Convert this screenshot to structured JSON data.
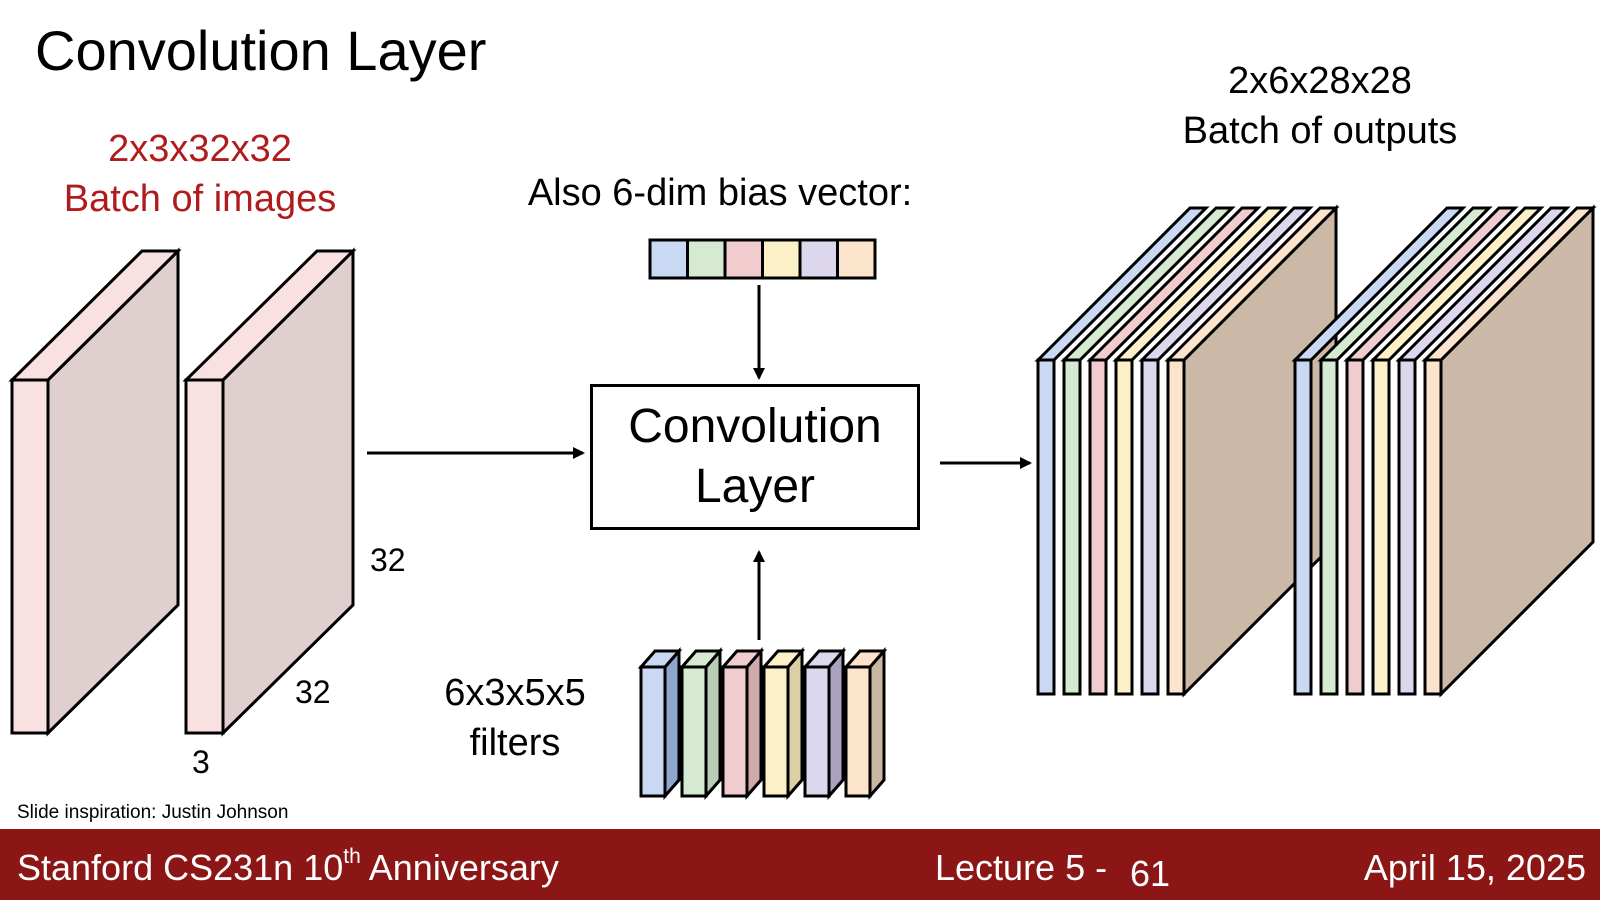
{
  "title": "Convolution Layer",
  "inputs": {
    "dims_label": "2x3x32x32",
    "caption": "Batch of images",
    "height_label": "32",
    "width_label": "32",
    "channels_label": "3",
    "caption_color": "#b01c1c"
  },
  "bias": {
    "caption": "Also 6-dim bias vector:",
    "colors": [
      "#c9d9f3",
      "#d6ead2",
      "#f0cccf",
      "#fbf0c8",
      "#dcd7ec",
      "#fce4cc"
    ]
  },
  "conv_box": {
    "line1": "Convolution",
    "line2": "Layer"
  },
  "filters": {
    "dims_label": "6x3x5x5",
    "caption": "filters",
    "front_colors": [
      "#c9d9f3",
      "#d6ead2",
      "#f0cccf",
      "#fbf0c8",
      "#dcd7ec",
      "#fce4cc"
    ],
    "side_colors": [
      "#8ea6cd",
      "#b9cdb5",
      "#cfaaad",
      "#dccfa6",
      "#aaa3bf",
      "#c8b7a1"
    ]
  },
  "outputs": {
    "dims_label": "2x6x28x28",
    "caption": "Batch of outputs",
    "slice_colors": [
      "#c9d9f3",
      "#d6ead2",
      "#f0cccf",
      "#fbf0c8",
      "#dcd7ec",
      "#fce4cc"
    ],
    "face_color": "#cbb8a6"
  },
  "credit": "Slide inspiration: Justin Johnson",
  "footer": {
    "course": "Stanford CS231n 10",
    "course_sup": "th",
    "course_suffix": " Anniversary",
    "lecture": "Lecture 5 -",
    "page": "61",
    "date": "April 15, 2025",
    "bg_color": "#8c1515"
  }
}
